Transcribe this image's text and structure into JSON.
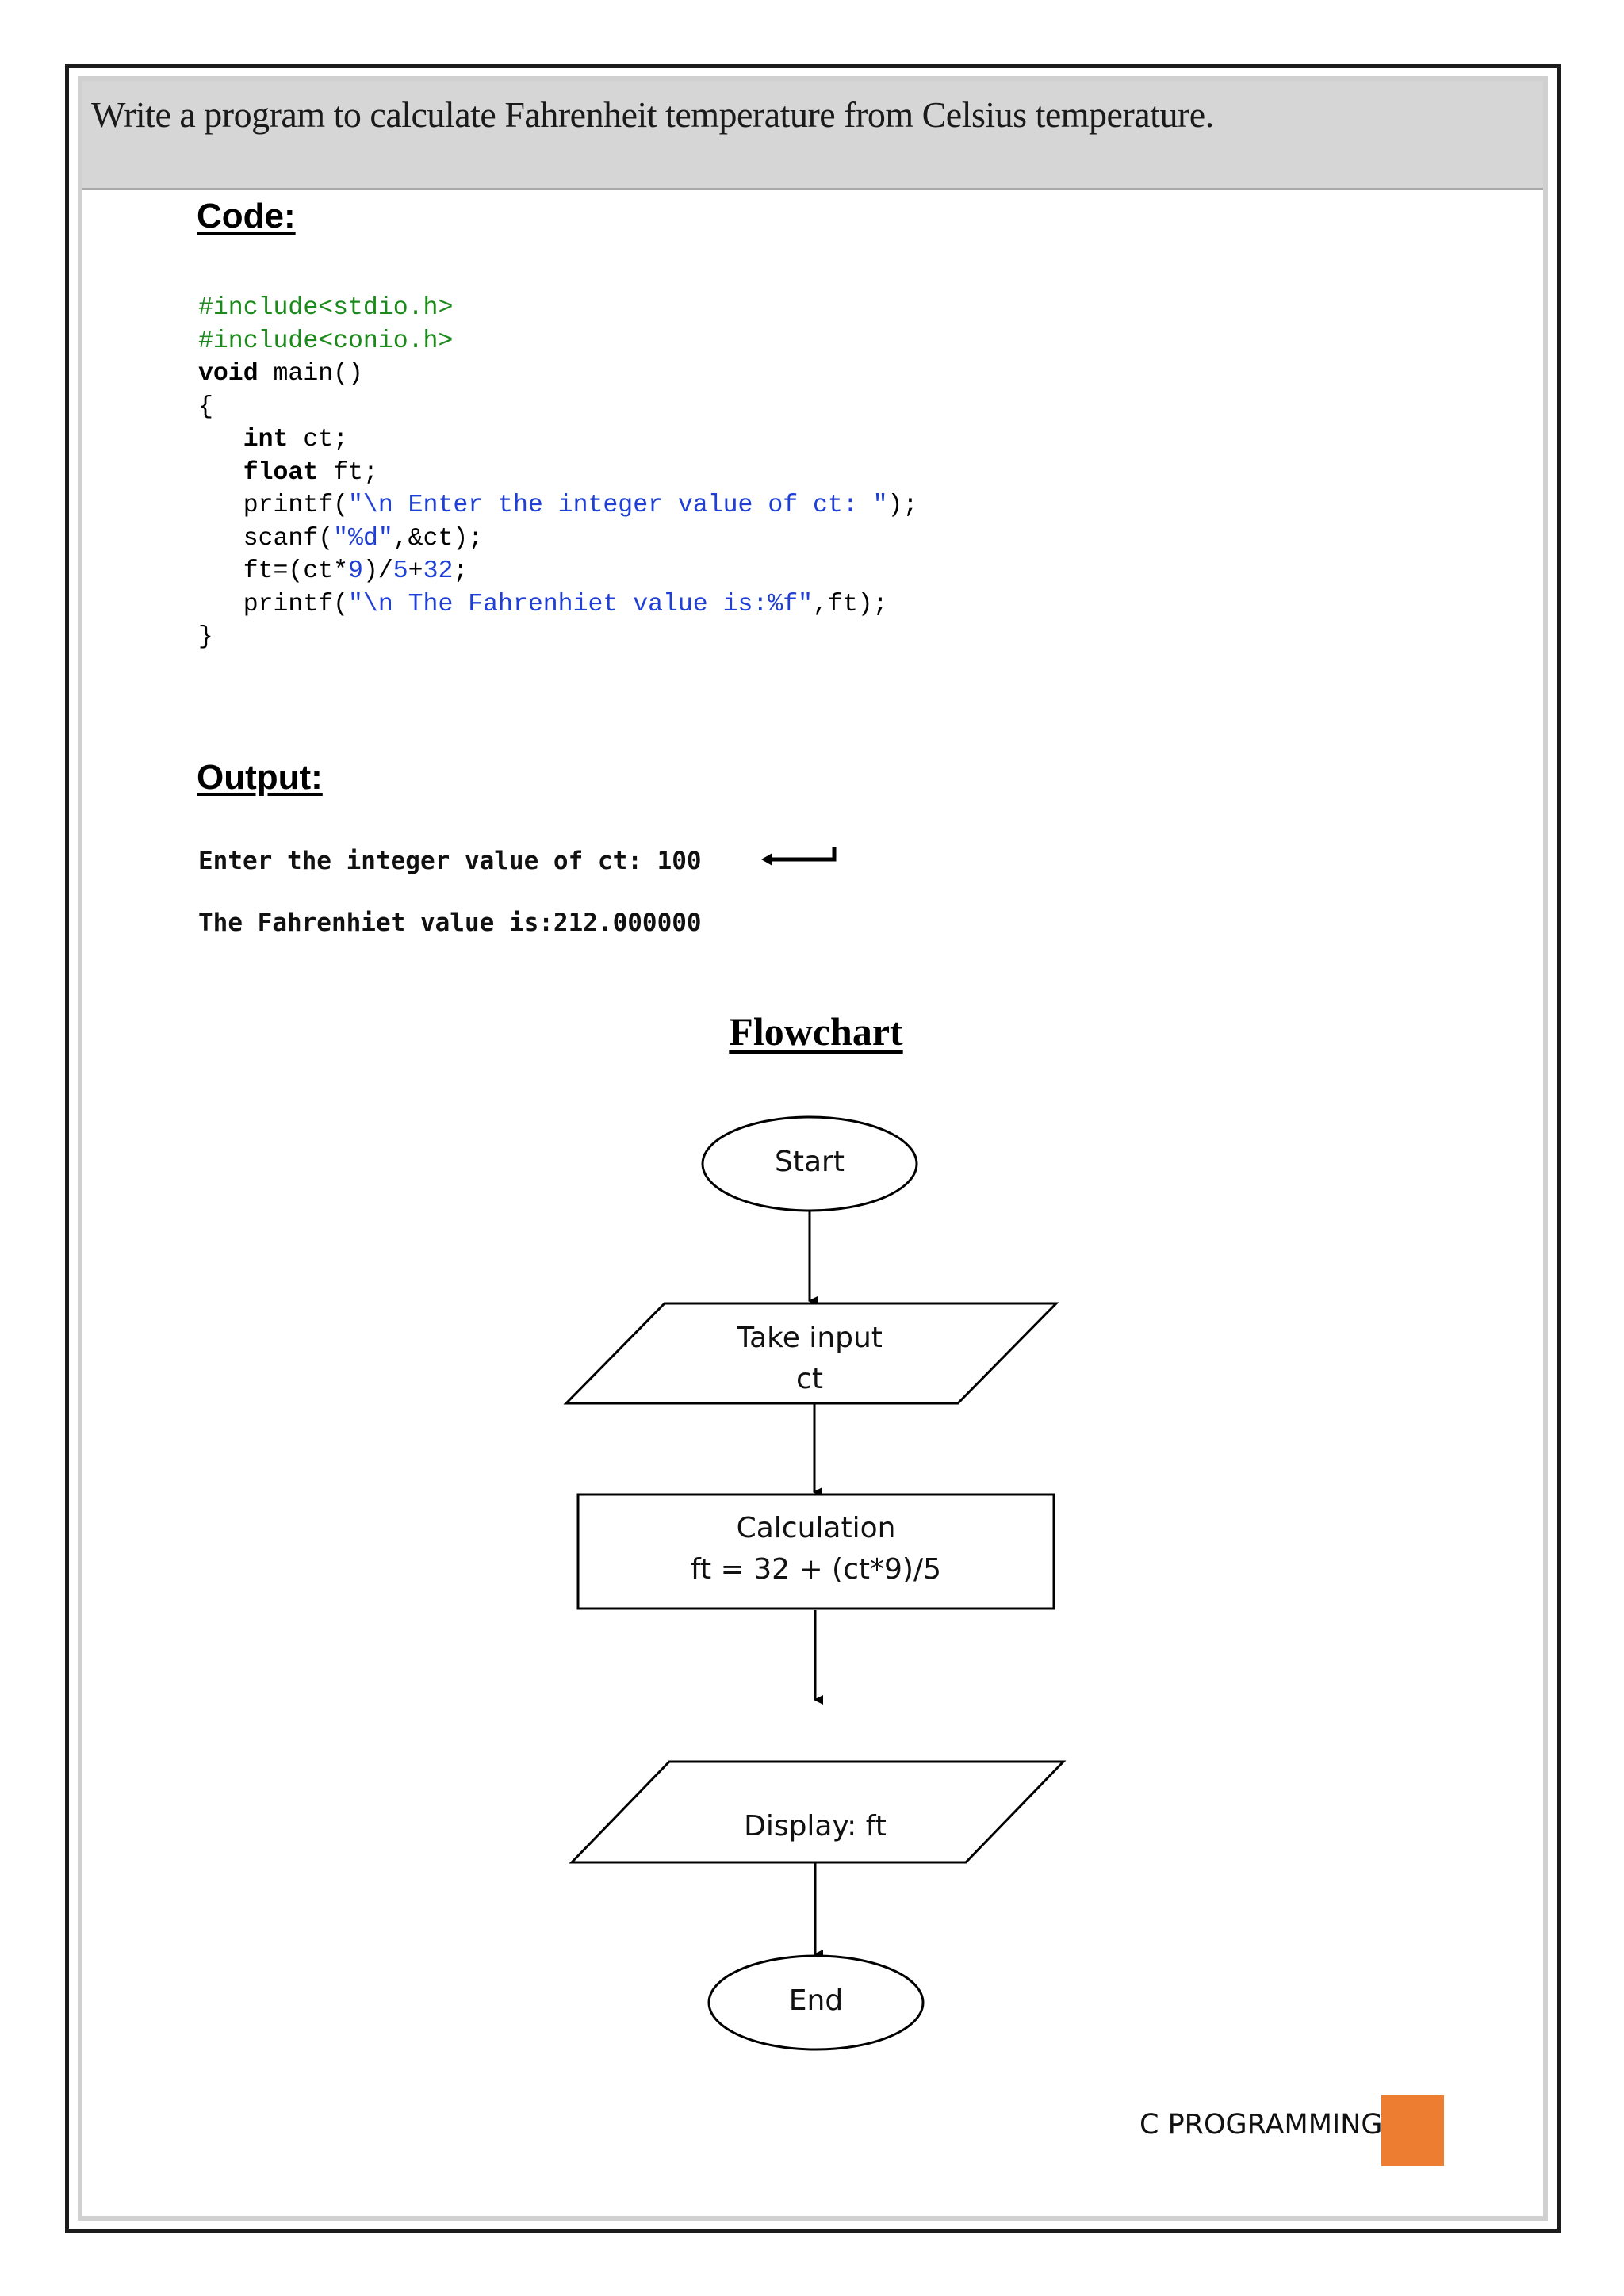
{
  "title": "Write a program to calculate Fahrenheit temperature from Celsius temperature.",
  "code_heading": "Code:",
  "code_lines": [
    [
      {
        "t": "#include<stdio.h>",
        "c": "pp"
      }
    ],
    [
      {
        "t": "#include<conio.h>",
        "c": "pp"
      }
    ],
    [
      {
        "t": "void",
        "c": "kw"
      },
      {
        "t": " main()",
        "c": ""
      }
    ],
    [
      {
        "t": "{",
        "c": ""
      }
    ],
    [
      {
        "t": "   ",
        "c": ""
      },
      {
        "t": "int",
        "c": "kw"
      },
      {
        "t": " ct;",
        "c": ""
      }
    ],
    [
      {
        "t": "   ",
        "c": ""
      },
      {
        "t": "float",
        "c": "kw"
      },
      {
        "t": " ft;",
        "c": ""
      }
    ],
    [
      {
        "t": "   printf(",
        "c": ""
      },
      {
        "t": "\"\\n Enter the integer value of ct: \"",
        "c": "str"
      },
      {
        "t": ");",
        "c": ""
      }
    ],
    [
      {
        "t": "   scanf(",
        "c": ""
      },
      {
        "t": "\"%d\"",
        "c": "str"
      },
      {
        "t": ",&ct);",
        "c": ""
      }
    ],
    [
      {
        "t": "   ft=(ct*",
        "c": ""
      },
      {
        "t": "9",
        "c": "num"
      },
      {
        "t": ")/",
        "c": ""
      },
      {
        "t": "5",
        "c": "num"
      },
      {
        "t": "+",
        "c": ""
      },
      {
        "t": "32",
        "c": "num"
      },
      {
        "t": ";",
        "c": ""
      }
    ],
    [
      {
        "t": "   printf(",
        "c": ""
      },
      {
        "t": "\"\\n The Fahrenhiet value is:%f\"",
        "c": "str"
      },
      {
        "t": ",ft);",
        "c": ""
      }
    ],
    [
      {
        "t": "}",
        "c": ""
      }
    ]
  ],
  "output_heading": "Output:",
  "output": {
    "line1": "Enter the integer value of ct: 100",
    "line2": "The Fahrenhiet value is:212.000000"
  },
  "flowchart": {
    "title": "Flowchart",
    "start": "Start",
    "input_line1": "Take input",
    "input_line2": "ct",
    "calc_line1": "Calculation",
    "calc_line2": "ft = 32 + (ct*9)/5",
    "display": "Display: ft",
    "end": "End"
  },
  "footer": {
    "label": "C PROGRAMMING",
    "accent_color": "#ed7d31"
  }
}
